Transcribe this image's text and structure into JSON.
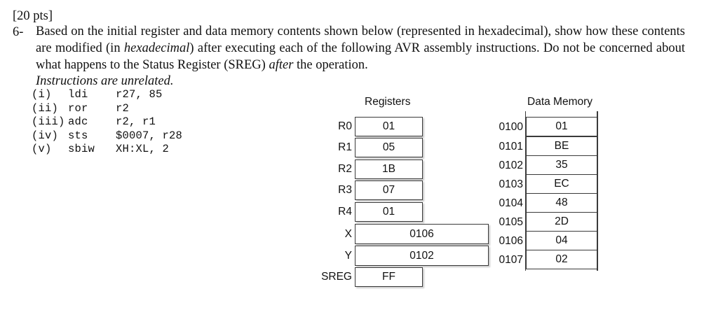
{
  "question": {
    "points_label": "[20 pts]",
    "number": "6-",
    "paragraph_part1": "Based on the initial register and data memory contents shown below (represented in hexadecimal), show how these contents are modified (in ",
    "emphasis1": "hexadecimal",
    "paragraph_part2": ") after executing each of the following AVR assembly instructions.  Do not be concerned about what happens to the Status Register (SREG) ",
    "emphasis2": "after",
    "paragraph_part3": " the operation.",
    "closing_italic": "Instructions are unrelated."
  },
  "instructions": [
    {
      "num": "(i)",
      "op": "ldi",
      "args": "r27, 85"
    },
    {
      "num": "(ii)",
      "op": "ror",
      "args": "r2"
    },
    {
      "num": "(iii)",
      "op": "adc",
      "args": "r2, r1"
    },
    {
      "num": "(iv)",
      "op": "sts",
      "args": "$0007, r28"
    },
    {
      "num": "(v)",
      "op": "sbiw",
      "args": "XH:XL, 2"
    }
  ],
  "registers": {
    "title": "Registers",
    "rows": [
      {
        "label": "R0",
        "value": "01",
        "width": "narrow"
      },
      {
        "label": "R1",
        "value": "05",
        "width": "narrow"
      },
      {
        "label": "R2",
        "value": "1B",
        "width": "narrow"
      },
      {
        "label": "R3",
        "value": "07",
        "width": "narrow"
      },
      {
        "label": "R4",
        "value": "01",
        "width": "narrow"
      },
      {
        "label": "X",
        "value": "0106",
        "width": "wide"
      },
      {
        "label": "Y",
        "value": "0102",
        "width": "wide"
      },
      {
        "label": "SREG",
        "value": "FF",
        "width": "narrow"
      }
    ]
  },
  "data_memory": {
    "title": "Data Memory",
    "rows": [
      {
        "address": "0100",
        "value": "01"
      },
      {
        "address": "0101",
        "value": "BE"
      },
      {
        "address": "0102",
        "value": "35"
      },
      {
        "address": "0103",
        "value": "EC"
      },
      {
        "address": "0104",
        "value": "48"
      },
      {
        "address": "0105",
        "value": "2D"
      },
      {
        "address": "0106",
        "value": "04"
      },
      {
        "address": "0107",
        "value": "02"
      }
    ]
  },
  "colors": {
    "page_background": "#ffffff",
    "text": "#111111",
    "box_border": "#3a3a3a"
  }
}
